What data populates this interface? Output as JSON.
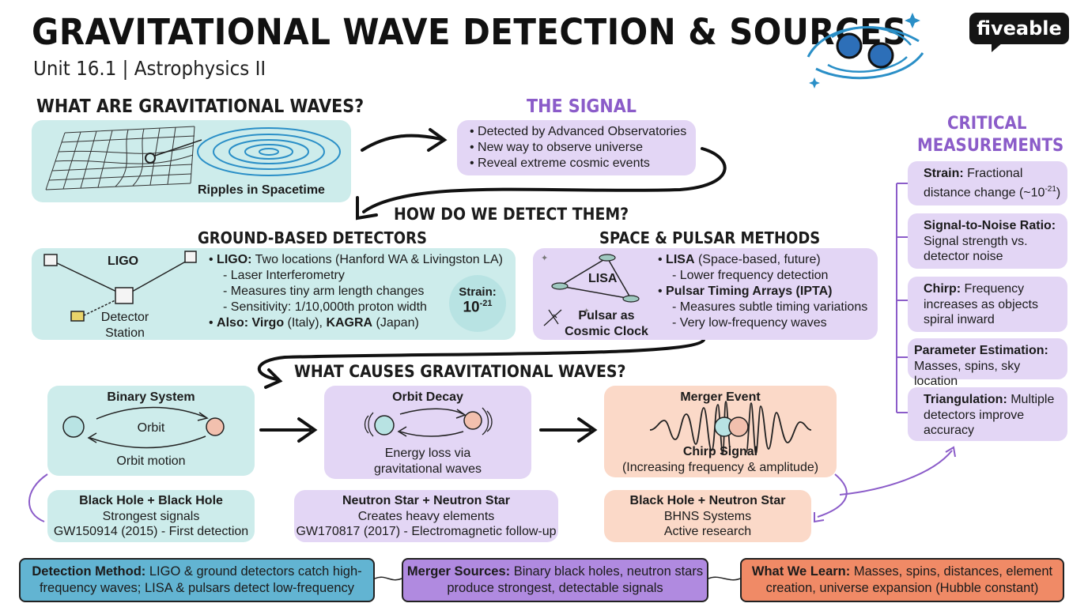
{
  "header": {
    "title": "GRAVITATIONAL WAVE DETECTION & SOURCES",
    "subtitle": "Unit 16.1 | Astrophysics II",
    "logo": "fiveable"
  },
  "what_are": {
    "heading": "WHAT ARE GRAVITATIONAL WAVES?",
    "caption": "Ripples in Spacetime"
  },
  "signal": {
    "heading": "THE SIGNAL",
    "items": [
      "Detected by Advanced Observatories",
      "New way to observe universe",
      "Reveal extreme cosmic events"
    ]
  },
  "detect": {
    "heading": "HOW DO WE DETECT THEM?",
    "ground_heading": "GROUND-BASED DETECTORS",
    "space_heading": "SPACE & PULSAR METHODS"
  },
  "ligo": {
    "diagram_label": "LIGO",
    "station_line1": "Detector",
    "station_line2": "Station",
    "b1_bold": "LIGO:",
    "b1_text": " Two locations (Hanford WA & Livingston LA)",
    "sub1": "- Laser Interferometry",
    "sub2": "- Measures tiny arm length changes",
    "sub3": "- Sensitivity: 1/10,000th proton width",
    "b2_bold": "Also: Virgo",
    "b2_mid": " (Italy), ",
    "b2_bold2": "KAGRA",
    "b2_end": " (Japan)",
    "strain_label": "Strain:",
    "strain_base": "10",
    "strain_exp": "-21"
  },
  "space": {
    "lisa_label": "LISA",
    "pulsar_line1": "Pulsar as",
    "pulsar_line2": "Cosmic Clock",
    "b1_bold": "LISA",
    "b1_text": " (Space-based, future)",
    "sub1": "- Lower frequency detection",
    "b2_bold": "Pulsar Timing Arrays (IPTA)",
    "sub2": "- Measures subtle timing variations",
    "sub3": "- Very low-frequency waves"
  },
  "causes": {
    "heading": "WHAT CAUSES GRAVITATIONAL WAVES?",
    "binary_title": "Binary System",
    "binary_orbit": "Orbit",
    "binary_caption": "Orbit motion",
    "decay_title": "Orbit Decay",
    "decay_caption1": "Energy loss via",
    "decay_caption2": "gravitational waves",
    "merger_title": "Merger Event",
    "merger_caption1": "Chirp Signal",
    "merger_caption2": "(Increasing frequency & amplitude)"
  },
  "sources": [
    {
      "title": "Black Hole + Black Hole",
      "line1": "Strongest signals",
      "line2": "GW150914 (2015) - First detection"
    },
    {
      "title": "Neutron Star + Neutron Star",
      "line1": "Creates heavy elements",
      "line2": "GW170817 (2017) - Electromagnetic follow-up"
    },
    {
      "title": "Black Hole + Neutron Star",
      "line1": "BHNS Systems",
      "line2": "Active research"
    }
  ],
  "critical": {
    "heading1": "CRITICAL",
    "heading2": "MEASUREMENTS",
    "items": [
      {
        "bold": "Strain:",
        "text": " Fractional distance change (~10",
        "sup": "-21",
        "end": ")"
      },
      {
        "bold": "Signal-to-Noise Ratio:",
        "text": " Signal strength vs. detector noise"
      },
      {
        "bold": "Chirp:",
        "text": " Frequency increases as objects spiral inward"
      },
      {
        "bold": "Parameter Estimation:",
        "text": " Masses, spins, sky location"
      },
      {
        "bold": "Triangulation:",
        "text": " Multiple detectors improve accuracy"
      }
    ]
  },
  "summary": [
    {
      "bold": "Detection Method:",
      "text": " LIGO & ground detectors catch high-frequency waves; LISA & pulsars detect low-frequency",
      "color": "#62b4d2"
    },
    {
      "bold": "Merger Sources:",
      "text": " Binary black holes, neutron stars produce strongest, detectable signals",
      "color": "#b08ae0"
    },
    {
      "bold": "What We Learn:",
      "text": " Masses, spins, distances, element creation, universe expansion (Hubble constant)",
      "color": "#f08a66"
    }
  ],
  "colors": {
    "teal": "#cdeceb",
    "lavender": "#e3d6f5",
    "peach": "#fbd9c8",
    "purple_heading": "#8b5cc9",
    "arrow": "#111111"
  }
}
